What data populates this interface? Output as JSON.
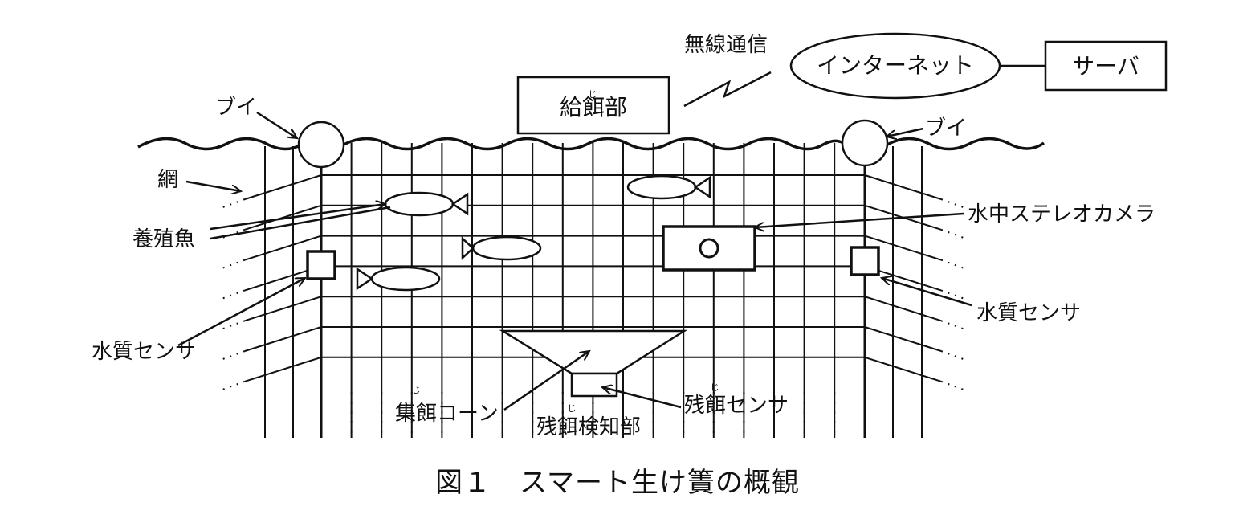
{
  "labels": {
    "wireless": "無線通信",
    "internet": "インターネット",
    "server": "サーバ",
    "feeder": "給餌部",
    "feeder_ruby": "じ",
    "buoy_left": "ブイ",
    "buoy_right": "ブイ",
    "net": "網",
    "fish": "養殖魚",
    "camera": "水中ステレオカメラ",
    "sensor_left": "水質センサ",
    "sensor_right": "水質センサ",
    "cone": "集餌コーン",
    "cone_ruby": "じ",
    "detector": "残餌検知部",
    "detector_ruby": "じ",
    "leftover_sensor": "残餌センサ",
    "leftover_ruby": "じ"
  },
  "caption": "図１　スマート生け簀の概観"
}
